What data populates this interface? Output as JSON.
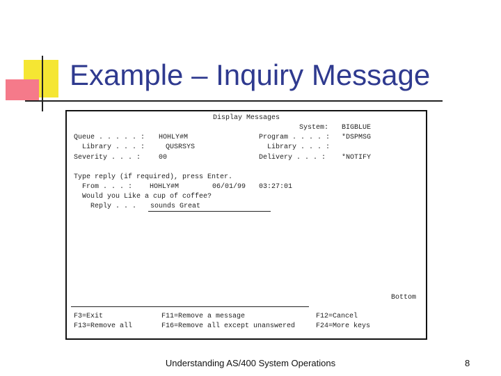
{
  "slide": {
    "title": "Example – Inquiry Message",
    "footer": "Understanding AS/400 System Operations",
    "page_number": "8"
  },
  "screen": {
    "header": "Display Messages",
    "system_label": "System:",
    "system_value": "BIGBLUE",
    "queue_label": "Queue . . . . . :",
    "queue_value": "HOHLY#M",
    "program_label": "Program . . . . :",
    "program_value": "*DSPMSG",
    "queue_library_label": "Library . . . :",
    "queue_library_value": "QUSRSYS",
    "program_library_label": "Library . . . :",
    "severity_label": "Severity . . . :",
    "severity_value": "00",
    "delivery_label": "Delivery . . . :",
    "delivery_value": "*NOTIFY",
    "instruction": "Type reply (if required), press Enter.",
    "from_label": "From . . . :",
    "from_user": "HOHLY#M",
    "from_date": "06/01/99",
    "from_time": "03:27:01",
    "message": "Would you Like a cup of coffee?",
    "reply_label": "Reply . . .",
    "reply_value": "sounds Great",
    "bottom": "Bottom",
    "keys": {
      "f3": "F3=Exit",
      "f11": "F11=Remove a message",
      "f12": "F12=Cancel",
      "f13": "F13=Remove all",
      "f16": "F16=Remove all except unanswered",
      "f24": "F24=More keys"
    }
  }
}
